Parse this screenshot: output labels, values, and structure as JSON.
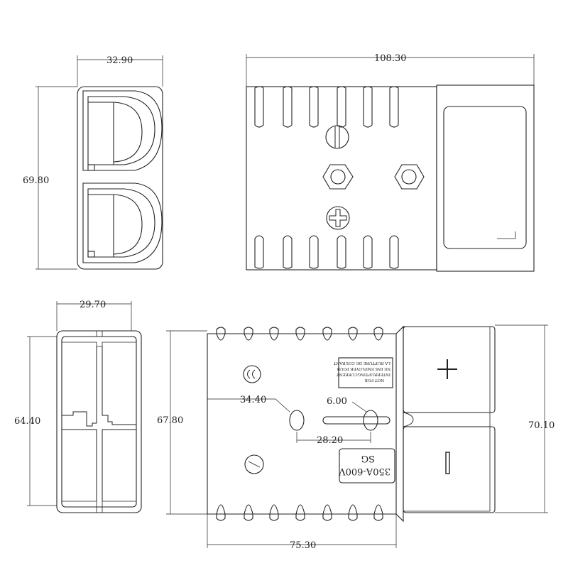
{
  "dimensions": {
    "top_left_width": "32.90",
    "top_left_height": "69.80",
    "top_right_width": "108.30",
    "bottom_left_width": "29.70",
    "bottom_left_height": "64.40",
    "bottom_right_height": "67.80",
    "bottom_right_width": "75.30",
    "bottom_right_total_height": "70.10",
    "hole_offset": "34.40",
    "hole_spacing": "28.20",
    "hole_diameter": "6.00"
  },
  "labels": {
    "rating_line1": "350A-600V",
    "rating_line2": "SG",
    "notice_line1": "NOT FOR",
    "notice_line2": "INTERRUPTINGCURRENT",
    "notice_line3": "NE PAS EMPLOYER POUR",
    "notice_line4": "LA RUPTURE DE COURANT",
    "plus_symbol": "+",
    "minus_symbol": "−"
  }
}
